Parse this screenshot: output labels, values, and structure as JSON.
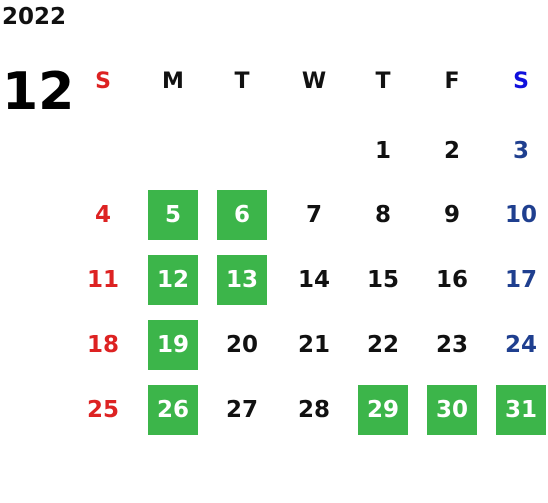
{
  "calendar": {
    "year": "2022",
    "month": "12",
    "weekdays": [
      "S",
      "M",
      "T",
      "W",
      "T",
      "F",
      "S"
    ],
    "weeks": [
      [
        "",
        "",
        "",
        "",
        "1",
        "2",
        "3"
      ],
      [
        "4",
        "5",
        "6",
        "7",
        "8",
        "9",
        "10"
      ],
      [
        "11",
        "12",
        "13",
        "14",
        "15",
        "16",
        "17"
      ],
      [
        "18",
        "19",
        "20",
        "21",
        "22",
        "23",
        "24"
      ],
      [
        "25",
        "26",
        "27",
        "28",
        "29",
        "30",
        "31"
      ]
    ],
    "highlighted_days": [
      "5",
      "6",
      "12",
      "13",
      "19",
      "26",
      "29",
      "30",
      "31"
    ]
  },
  "colors": {
    "sunday": "#dd2222",
    "saturday_header": "#1010dd",
    "saturday_day": "#1f3f8f",
    "text": "#111111",
    "highlight_bg": "#3cb54a",
    "highlight_text": "#ffffff"
  }
}
